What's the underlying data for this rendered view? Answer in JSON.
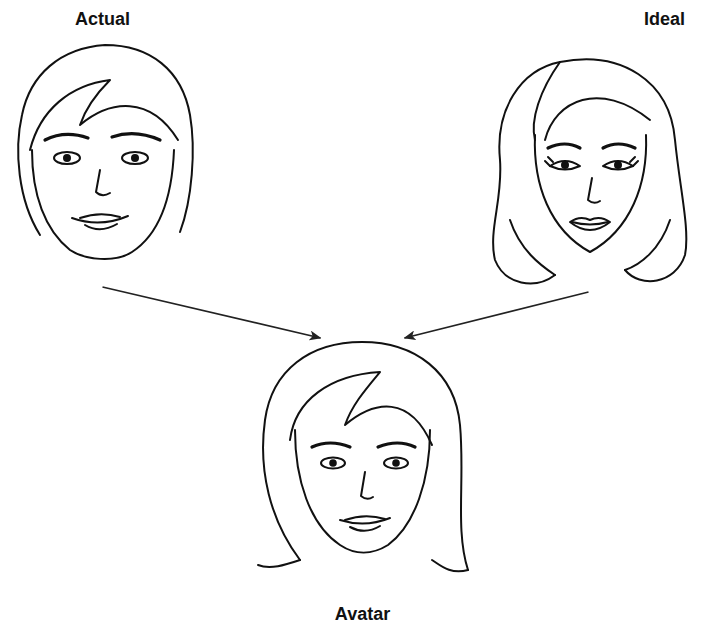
{
  "diagram": {
    "nodes": [
      {
        "text": [
          "Actual"
        ]
      },
      {
        "text": [
          "Ideal"
        ]
      },
      {
        "text": [
          "Avatar"
        ]
      }
    ],
    "edges": [
      {
        "from": 0,
        "to": 2,
        "arrow": "to"
      },
      {
        "from": 1,
        "to": 2,
        "arrow": "to"
      }
    ]
  }
}
